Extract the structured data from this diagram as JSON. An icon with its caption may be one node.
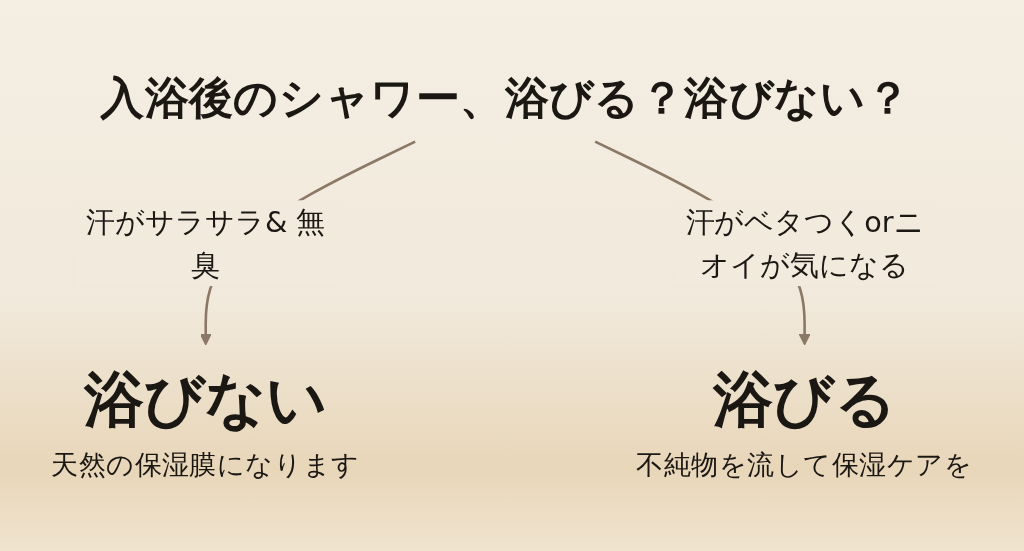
{
  "diagram": {
    "nodes": [
      {
        "text": [
          "入浴後のシャワー、浴びる？浴びない？"
        ]
      },
      {
        "text": [
          "浴びない",
          "天然の保湿膜になります"
        ]
      },
      {
        "text": [
          "浴びる",
          "不純物を流して保湿ケアを"
        ]
      }
    ],
    "edges": [
      {
        "from": 0,
        "to": 1,
        "arrow": "to",
        "label": "汗がサラサラ& 無臭"
      },
      {
        "from": 0,
        "to": 2,
        "arrow": "to",
        "label": "汗がベタつくorニオイが気になる"
      }
    ]
  }
}
